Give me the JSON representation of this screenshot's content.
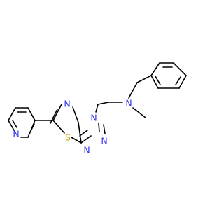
{
  "molecule": {
    "atoms": {
      "pyridine_n": "N",
      "ring5_n_top": "N",
      "ring5_n_fused": "N",
      "ring5_n_right_a": "N",
      "ring5_n_right_b": "N",
      "sulfur": "S",
      "amine_n": "N"
    }
  }
}
